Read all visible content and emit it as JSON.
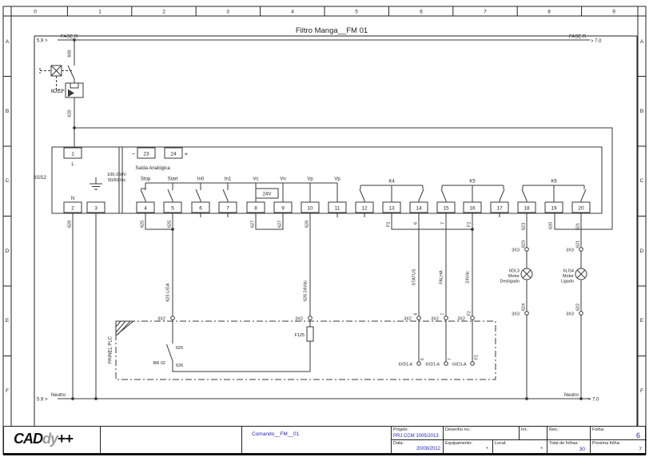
{
  "sheet": {
    "columns": [
      "0",
      "1",
      "2",
      "3",
      "4",
      "5",
      "6",
      "7",
      "8",
      "9"
    ],
    "rows": [
      "A",
      "B",
      "C",
      "D",
      "E",
      "F"
    ]
  },
  "title": "Filtro Manga__FM 01",
  "phase_bus": {
    "left_ref": "5.9 >",
    "name_left": "FASE R",
    "name_right": "FASE R",
    "right_ref": "> 7.0"
  },
  "neutral_bus": {
    "left_ref": "5.9 >",
    "name_left": "Neutro",
    "name_right": "Neutro",
    "right_ref": "> 7.0"
  },
  "breaker": {
    "tag": "6DC2",
    "wire_in": "600",
    "wire_out": "620"
  },
  "soft_starter": {
    "tag": "6SS2",
    "volt": "100-250V",
    "freq": "50/60 Hz",
    "line": "L",
    "neutral": "N",
    "analog_title": "Saída Analógica",
    "minus": "−",
    "plus": "+",
    "v24": "24V",
    "inputs": {
      "stop": "Stop",
      "start": "Start",
      "in0": "In0",
      "in1": "In1",
      "vc": "Vc",
      "vn": "Vn",
      "vp1": "Vp",
      "vp2": "Vp"
    },
    "terminals_top": [
      "1",
      "23",
      "24"
    ],
    "terminals_bottom": [
      "2",
      "3",
      "4",
      "5",
      "6",
      "7",
      "8",
      "9",
      "10",
      "11",
      "12",
      "13",
      "14",
      "15",
      "16",
      "17",
      "18",
      "19",
      "20"
    ]
  },
  "relays": {
    "k4": "K4",
    "k5": "K5",
    "k6": "K6"
  },
  "wires": {
    "w600": "600",
    "w620": "620",
    "w620b": "620",
    "w628": "628",
    "w625a": "625",
    "w625b": "625",
    "w627a": "627",
    "w627b": "627",
    "w626": "626",
    "w625_liga": "625 LIGA",
    "w626_24vdc": "626  24Vdc",
    "wf2a": "F2",
    "w6": "6",
    "w7": "7",
    "wf2b": "F2",
    "status": "STATUS",
    "falha": "FALHA",
    "v24dc": "24Vdc",
    "w623a": "623",
    "w623b": "623",
    "w624": "624",
    "w621a": "621",
    "w621b": "621",
    "w622": "622",
    "pin6": "6",
    "pin7": "7",
    "pinf2": "F2"
  },
  "connectors": {
    "x2": "3X2",
    "x3": "3X3",
    "xd": "6XD1-A"
  },
  "lamps": {
    "off": {
      "tag": "6DL3",
      "l1": "Motor",
      "l2": "Desligado"
    },
    "on": {
      "tag": "6LG4",
      "l1": "Motor",
      "l2": "Ligado"
    }
  },
  "plc": {
    "panel": "PAINEL PLC",
    "br_tag": "BR 02",
    "br_top": "625",
    "br_bottom": "626",
    "fuse": "F125"
  },
  "titleblock": {
    "logo": {
      "p1": "CAD",
      "p2": "dy",
      "p3": "++"
    },
    "doc": "Comando__FM__01",
    "projeto_label": "Projeto:",
    "projeto": "PRJ CCM 1005/2013",
    "desenho_label": "Desenho no.:",
    "int_label": "Int.:",
    "rev_label": "Rev.:",
    "folha_label": "Folha:",
    "folha": "6",
    "data_label": "Data:",
    "data": "20/08/2012",
    "equip_label": "Equipamento:",
    "equip": "*",
    "local_label": "Local:",
    "local": "*",
    "total_label": "Total de folhas:",
    "total": "30",
    "proxima_label": "Proxima folha:",
    "proxima": "7"
  }
}
